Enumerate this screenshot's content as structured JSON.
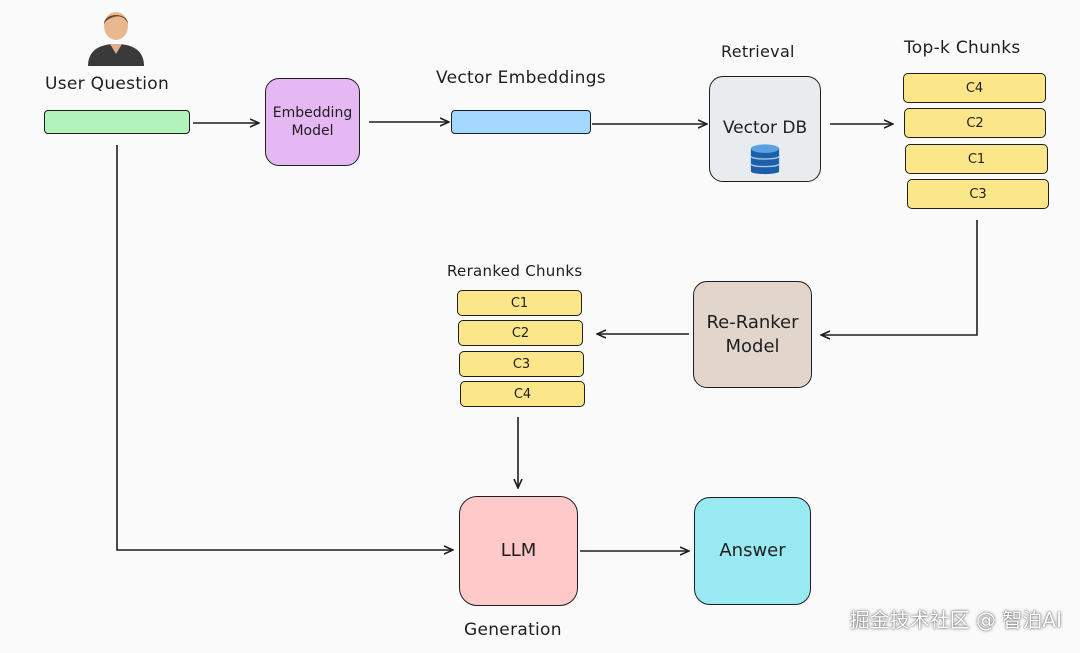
{
  "user_question": {
    "label": "User Question",
    "icon": "user-avatar-icon"
  },
  "embedding_model": {
    "line1": "Embedding",
    "line2": "Model"
  },
  "vector_embeddings": {
    "label": "Vector Embeddings"
  },
  "retrieval": {
    "title": "Retrieval",
    "box_label": "Vector DB",
    "icon": "database-icon"
  },
  "top_k": {
    "title": "Top-k Chunks",
    "chunks": [
      "C4",
      "C2",
      "C1",
      "C3"
    ]
  },
  "reranker": {
    "line1": "Re-Ranker",
    "line2": "Model"
  },
  "reranked": {
    "title": "Reranked Chunks",
    "chunks": [
      "C1",
      "C2",
      "C3",
      "C4"
    ]
  },
  "llm": {
    "label": "LLM"
  },
  "answer": {
    "label": "Answer"
  },
  "generation": {
    "label": "Generation"
  },
  "watermark": "掘金技术社区 @ 智泊AI",
  "colors": {
    "question_bar": "#b2f2bb",
    "embedding_model": "#e5b8f4",
    "embedding_bar": "#a5d8ff",
    "vector_db": "#e9ecef",
    "chunk": "#fce68a",
    "reranker": "#e2d6cc",
    "llm": "#ffc9c9",
    "answer": "#99e9f2"
  }
}
